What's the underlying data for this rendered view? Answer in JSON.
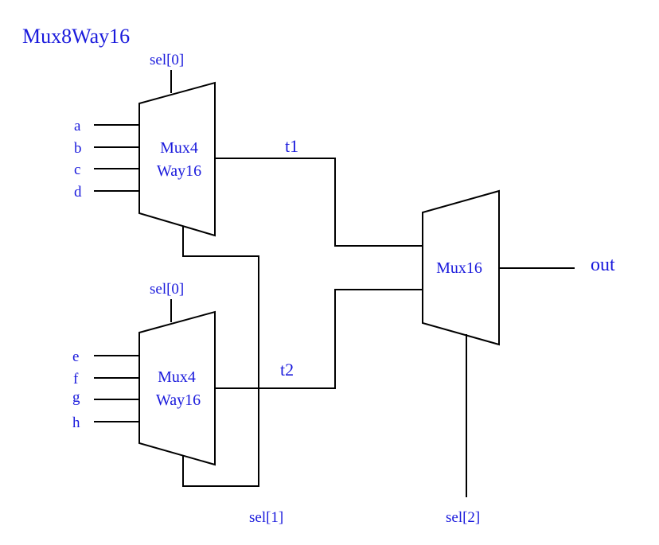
{
  "title": "Mux8Way16",
  "top_mux": {
    "sel_label": "sel[0]",
    "inputs": [
      "a",
      "b",
      "c",
      "d"
    ],
    "chip_line1": "Mux4",
    "chip_line2": "Way16"
  },
  "bottom_mux": {
    "sel_label": "sel[0]",
    "inputs": [
      "e",
      "f",
      "g",
      "h"
    ],
    "chip_line1": "Mux4",
    "chip_line2": "Way16"
  },
  "final_mux": {
    "chip_label": "Mux16"
  },
  "wires": {
    "t1": "t1",
    "t2": "t2"
  },
  "sel1_label": "sel[1]",
  "sel2_label": "sel[2]",
  "output_label": "out"
}
